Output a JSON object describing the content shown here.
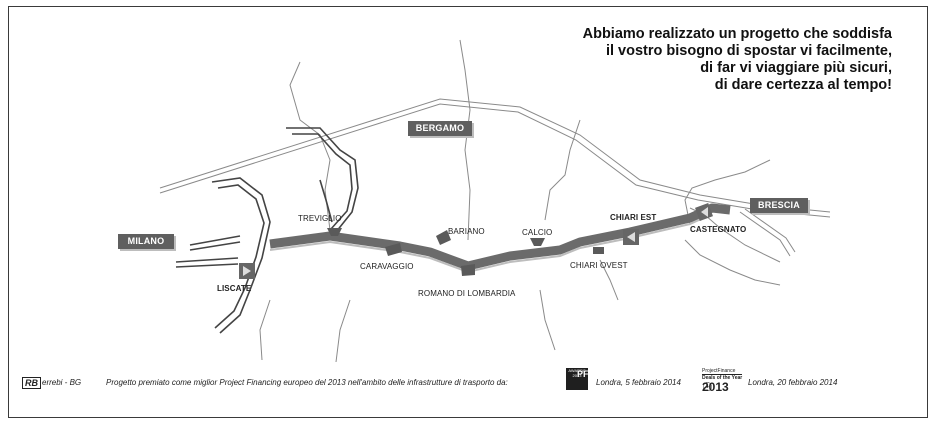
{
  "headline": [
    "Abbiamo realizzato un progetto che soddisfa",
    "il vostro bisogno di spostar vi facilmente,",
    "di far vi viaggiare più sicuri,",
    "di dare certezza al tempo!"
  ],
  "cities": {
    "milano": "MILANO",
    "bergamo": "BERGAMO",
    "brescia": "BRESCIA"
  },
  "places": {
    "treviglio": "TREVIGLIO",
    "bariano": "BARIANO",
    "calcio": "CALCIO",
    "chiari_est": "CHIARI EST",
    "castegnato": "CASTEGNATO",
    "caravaggio": "CARAVAGGIO",
    "chiari_ovest": "CHIARI OVEST",
    "romano": "ROMANO DI LOMBARDIA",
    "liscate": "LISCATE"
  },
  "footer": {
    "logo": "RB",
    "logo_text": "errebi - BG",
    "award_text": "Progetto premiato come miglior Project Financing europeo del 2013 nell'ambito delle infrastrutture di trasporto da:",
    "pfi_logo": "PFI",
    "pfi_sub": "AWARDS 2013",
    "pfi_date": "Londra, 5 febbraio 2014",
    "pf_title": "ProjectFinance",
    "pf_deals": "Deals of the Year",
    "pf_year": "2013",
    "pf_date": "Londra, 20 febbraio 2014"
  },
  "colors": {
    "highway": "#6b6b6b",
    "city_box": "#5f5f5f",
    "road": "#9a9a9a"
  }
}
